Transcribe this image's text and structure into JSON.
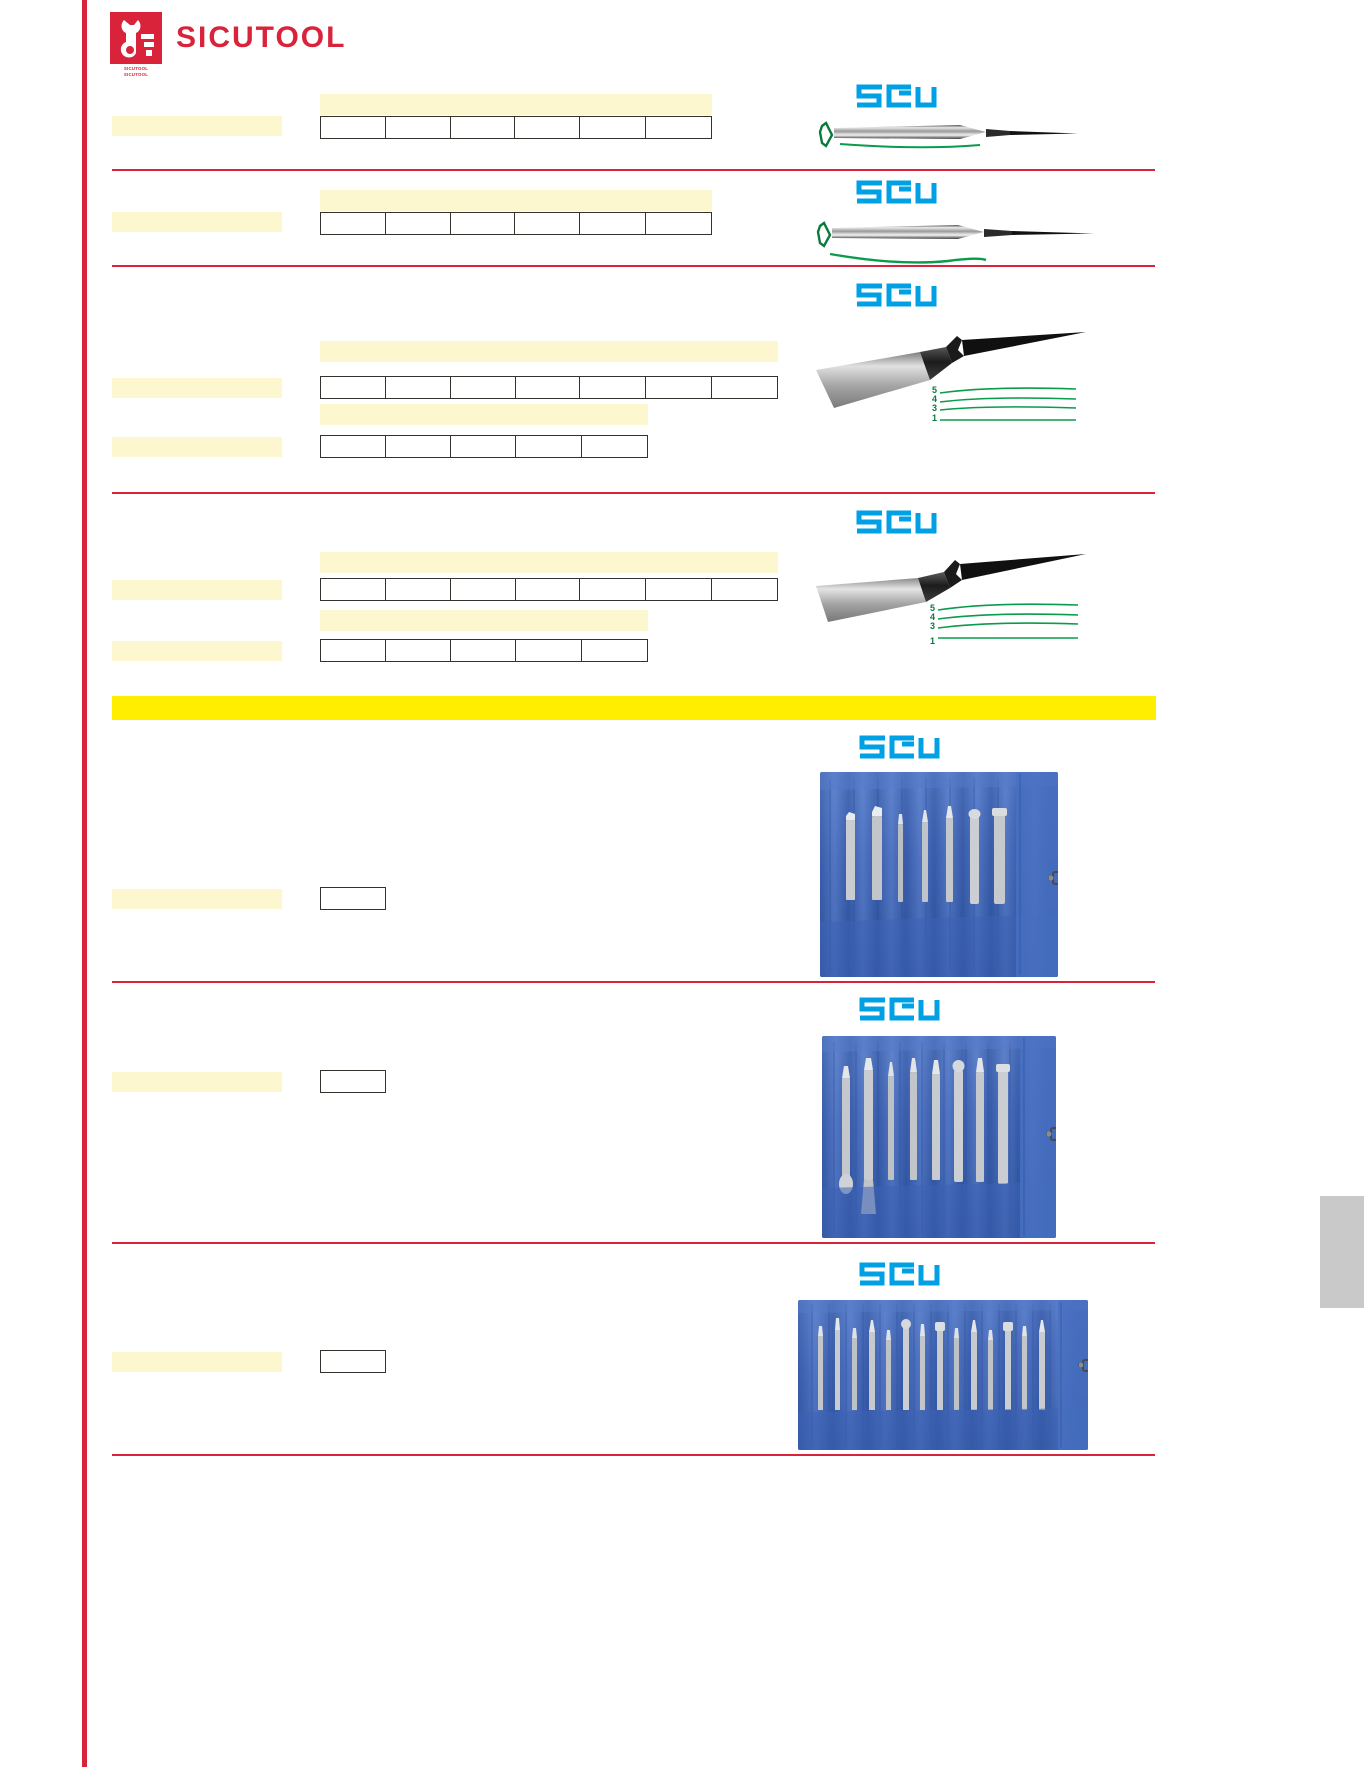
{
  "document": {
    "type": "product-catalog-page",
    "publisher": "SICUTOOL",
    "brand_color": "#d8233b",
    "accent_highlight": "#fdf7cf",
    "band_highlight": "#ffee00",
    "scu_logo_color": "#00a0e4",
    "separator_color": "#d8233b"
  },
  "header": {
    "logo_text": "SICUTOOL",
    "logo_mark_name": "sicutool-wrench-mark",
    "logo_subtext_line1": "SICUTOOL",
    "logo_subtext_line2": "SICUTOOL"
  },
  "sections": [
    {
      "id": "section-1",
      "brand_badge": "SCU",
      "description_label": "",
      "table_caption": "",
      "table": {
        "columns": [
          "",
          "",
          "",
          "",
          "",
          ""
        ],
        "rows": [
          [
            "",
            "",
            "",
            "",
            "",
            ""
          ]
        ]
      },
      "image_name": "scriber-tool-photo"
    },
    {
      "id": "section-2",
      "brand_badge": "SCU",
      "description_label": "",
      "table_caption": "",
      "table": {
        "columns": [
          "",
          "",
          "",
          "",
          "",
          ""
        ],
        "rows": [
          [
            "",
            "",
            "",
            "",
            "",
            ""
          ]
        ]
      },
      "image_name": "long-scriber-tool-photo"
    },
    {
      "id": "section-3",
      "brand_badge": "SCU",
      "description_label": "",
      "description_label_2": "",
      "table_caption": "",
      "table_caption_2": "",
      "table": {
        "columns": [
          "",
          "",
          "",
          "",
          "",
          "",
          ""
        ],
        "rows": [
          [
            "",
            "",
            "",
            "",
            "",
            "",
            ""
          ]
        ]
      },
      "table_2": {
        "columns": [
          "",
          "",
          "",
          "",
          ""
        ],
        "rows": [
          [
            "",
            "",
            "",
            "",
            ""
          ]
        ]
      },
      "image_name": "flat-scraper-tool-photo",
      "callout_numbers": [
        "5",
        "4",
        "3",
        "1"
      ]
    },
    {
      "id": "section-4",
      "brand_badge": "SCU",
      "description_label": "",
      "description_label_2": "",
      "table_caption": "",
      "table_caption_2": "",
      "table": {
        "columns": [
          "",
          "",
          "",
          "",
          "",
          "",
          ""
        ],
        "rows": [
          [
            "",
            "",
            "",
            "",
            "",
            "",
            ""
          ]
        ]
      },
      "table_2": {
        "columns": [
          "",
          "",
          "",
          "",
          ""
        ],
        "rows": [
          [
            "",
            "",
            "",
            "",
            ""
          ]
        ]
      },
      "image_name": "flat-scraper-tool-photo-2",
      "callout_numbers": [
        "5",
        "4",
        "3",
        "1"
      ]
    },
    {
      "id": "section-banner",
      "banner_text": ""
    },
    {
      "id": "section-5",
      "brand_badge": "SCU",
      "description_label": "",
      "table": {
        "columns": [
          ""
        ],
        "rows": [
          [
            ""
          ]
        ]
      },
      "image_name": "tool-roll-set-8-piece-photo"
    },
    {
      "id": "section-6",
      "brand_badge": "SCU",
      "description_label": "",
      "table": {
        "columns": [
          ""
        ],
        "rows": [
          [
            ""
          ]
        ]
      },
      "image_name": "tool-roll-set-10-piece-photo"
    },
    {
      "id": "section-7",
      "brand_badge": "SCU",
      "description_label": "",
      "table": {
        "columns": [
          ""
        ],
        "rows": [
          [
            ""
          ]
        ]
      },
      "image_name": "tool-roll-set-16-piece-photo"
    }
  ],
  "margin_tab": {
    "label": ""
  }
}
